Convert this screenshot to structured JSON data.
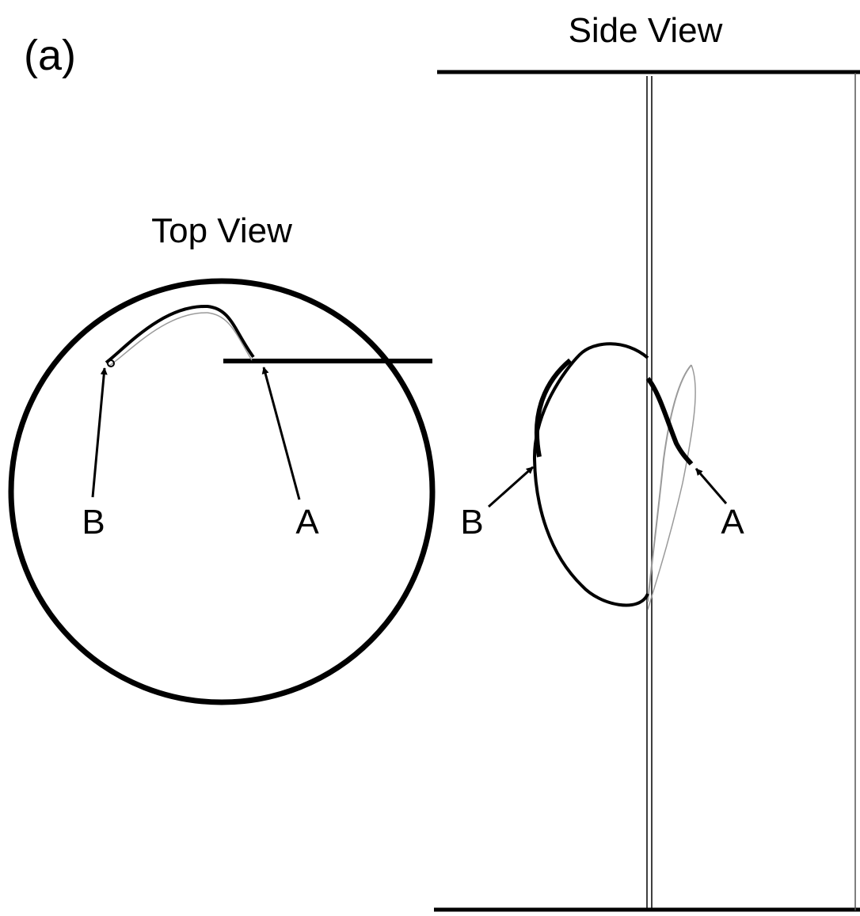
{
  "figure": {
    "panel_label": "(a)",
    "top_view": {
      "title": "Top View",
      "marker_a": "A",
      "marker_b": "B"
    },
    "side_view": {
      "title": "Side View",
      "marker_a": "A",
      "marker_b": "B"
    },
    "colors": {
      "ink": "#000000",
      "faint": "#9a9a9a",
      "background": "#ffffff"
    }
  }
}
